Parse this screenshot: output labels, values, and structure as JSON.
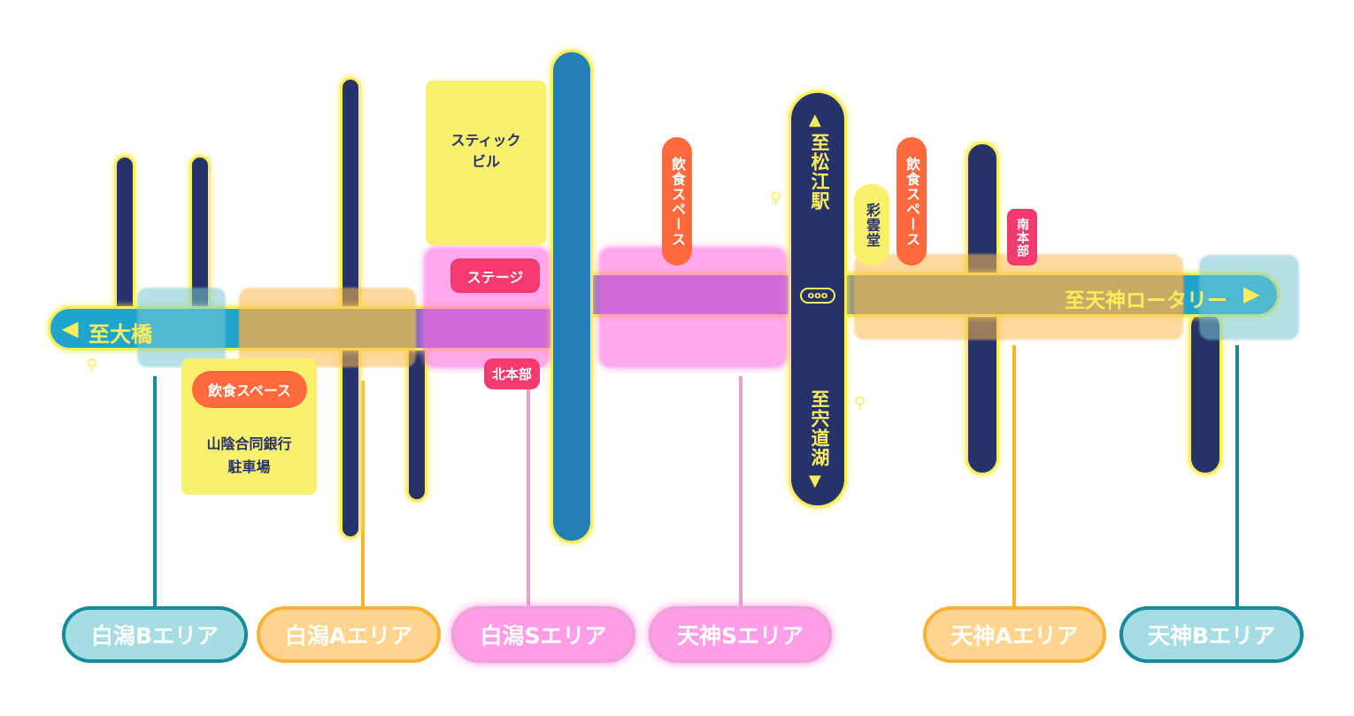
{
  "street": {
    "west_label": "至大橋",
    "east_label": "至天神ロータリー"
  },
  "cross_street": {
    "north_label": "至松江駅",
    "south_label": "至宍道湖",
    "signal_icon": "traffic-signal-icon"
  },
  "buildings": {
    "stick_building": "スティック\nビル",
    "bank_parking": "山陰合同銀行\n駐車場"
  },
  "pills": {
    "food_space_1": "飲食スペース",
    "stage": "ステージ",
    "north_hq": "北本部",
    "food_space_2": "飲食スペース",
    "saiundo": "彩雲堂",
    "food_space_3": "飲食スペース",
    "south_hq": "南本部"
  },
  "areas": [
    {
      "label": "白潟Bエリア",
      "color": "#8fd3dc",
      "border": "#128c99"
    },
    {
      "label": "白潟Aエリア",
      "color": "#ffce80",
      "border": "#f9b233"
    },
    {
      "label": "白潟Sエリア",
      "color": "#ff8ee2",
      "border": "#f0a0d8"
    },
    {
      "label": "天神Sエリア",
      "color": "#ff8ee2",
      "border": "#f0a0d8"
    },
    {
      "label": "天神Aエリア",
      "color": "#ffce80",
      "border": "#f9b233"
    },
    {
      "label": "天神Bエリア",
      "color": "#8fd3dc",
      "border": "#128c99"
    }
  ]
}
